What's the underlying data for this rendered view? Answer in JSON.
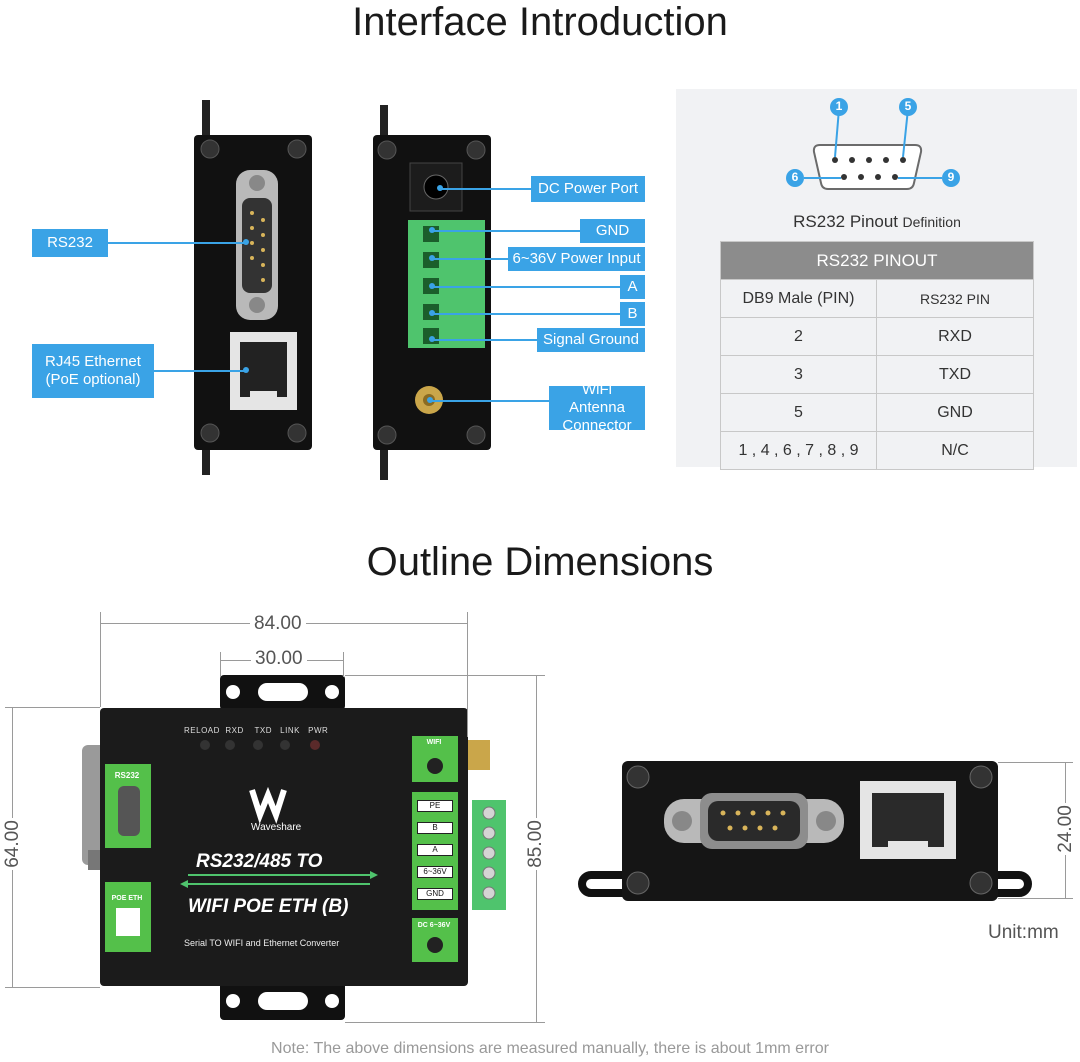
{
  "headings": {
    "interface": "Interface Introduction",
    "outline": "Outline Dimensions"
  },
  "interface_labels": {
    "rs232": "RS232",
    "rj45": "RJ45 Ethernet\n(PoE optional)",
    "dc_power": "DC Power Port",
    "gnd": "GND",
    "power_input": "6~36V Power Input",
    "a": "A",
    "b": "B",
    "signal_ground": "Signal Ground",
    "wifi_antenna": "WiFi Antenna\nConnector"
  },
  "pinout": {
    "pins_top": [
      "1",
      "5"
    ],
    "pins_bottom": [
      "6",
      "9"
    ],
    "caption_main": "RS232 Pinout",
    "caption_sub": "Definition",
    "table_title": "RS232 PINOUT",
    "col1": "DB9 Male (PIN)",
    "col2": "RS232 PIN",
    "rows": [
      {
        "pin": "2",
        "signal": "RXD"
      },
      {
        "pin": "3",
        "signal": "TXD"
      },
      {
        "pin": "5",
        "signal": "GND"
      },
      {
        "pin": "1 , 4 , 6 , 7 , 8 , 9",
        "signal": "N/C"
      }
    ]
  },
  "dimensions": {
    "width_total": "84.00",
    "width_inner": "30.00",
    "height_left": "64.00",
    "height_right": "85.00",
    "side_height": "24.00",
    "unit": "Unit:mm",
    "note": "Note: The above dimensions are measured manually, there is about 1mm error"
  },
  "device": {
    "leds": [
      "RELOAD",
      "RXD",
      "TXD",
      "LINK",
      "PWR"
    ],
    "brand": "Waveshare",
    "model_line1": "RS232/485 TO",
    "model_line2": "WIFI POE ETH (B)",
    "subtitle": "Serial TO WIFI and Ethernet Converter",
    "port_rs232": "RS232",
    "port_poe": "POE ETH",
    "port_wifi": "WIFI",
    "terminals": [
      "PE",
      "B",
      "A",
      "6~36V",
      "GND"
    ],
    "dc_label": "DC 6~36V"
  }
}
